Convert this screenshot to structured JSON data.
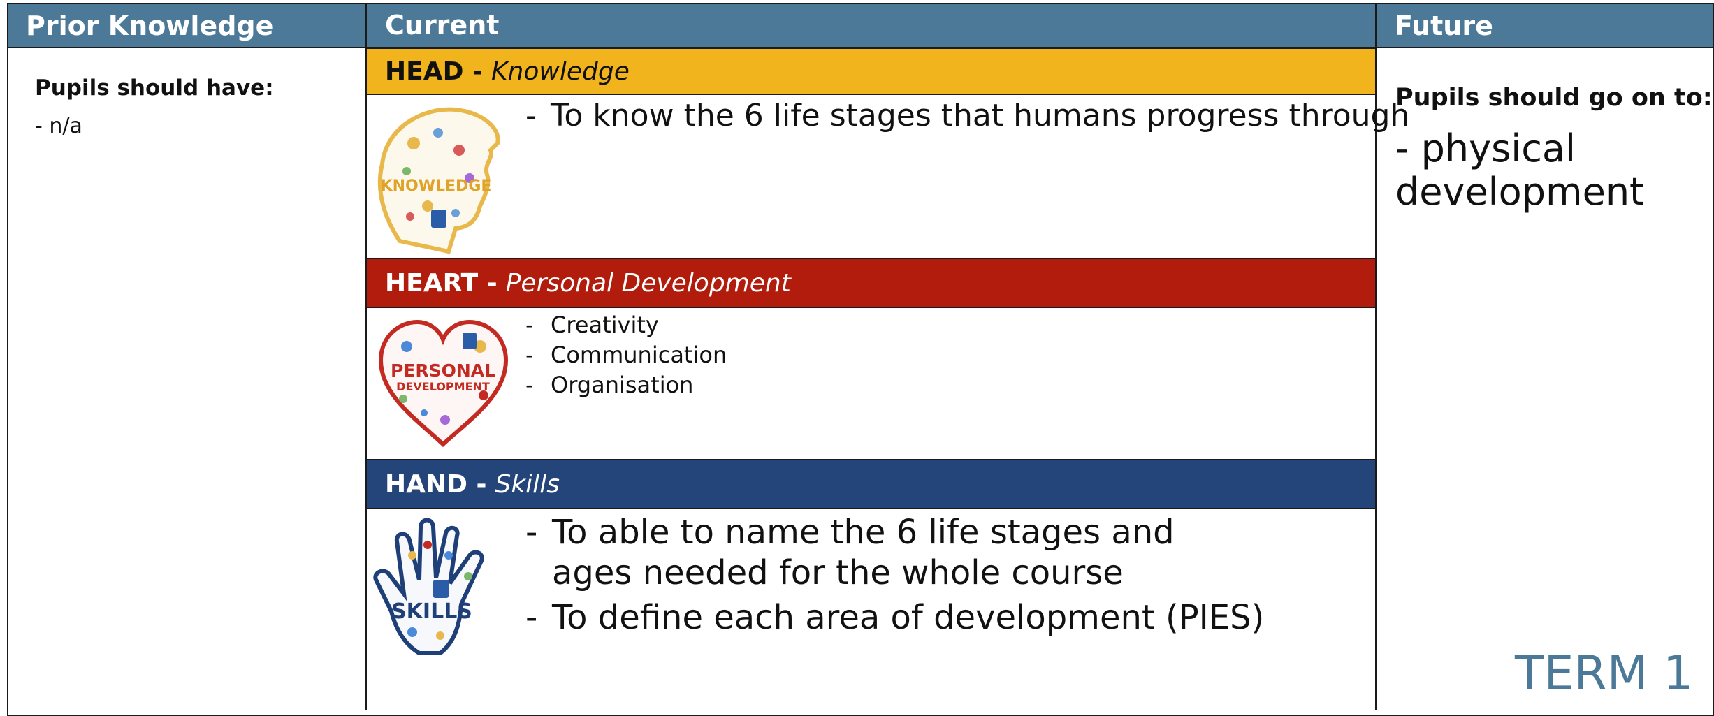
{
  "columns": {
    "prior": "Prior Knowledge",
    "current": "Current",
    "future": "Future"
  },
  "prior": {
    "heading": "Pupils should have:",
    "items": [
      "- n/a"
    ]
  },
  "head_band": {
    "bold": "HEAD -",
    "italic": "Knowledge"
  },
  "head_items": [
    "To know the 6 life stages that humans progress through"
  ],
  "heart_band": {
    "bold": "HEART -",
    "italic": "Personal Development"
  },
  "heart_items": [
    "Creativity",
    "Communication",
    "Organisation"
  ],
  "hand_band": {
    "bold": "HAND -",
    "italic": "Skills"
  },
  "hand_items": [
    "To able to name the 6 life stages and",
    "ages needed for the whole course",
    "To define each area of development (PIES)"
  ],
  "icons": {
    "knowledge": "KNOWLEDGE",
    "personal_1": "PERSONAL",
    "personal_2": "DEVELOPMENT",
    "skills": "SKILLS"
  },
  "future": {
    "heading": "Pupils should go on to:",
    "item_line1": "- physical",
    "item_line2": "development"
  },
  "term": "TERM 1",
  "colors": {
    "header": "#4c7997",
    "head_band": "#f2b41c",
    "heart_band": "#b21c0c",
    "hand_band": "#24457a",
    "term": "#4c7997"
  }
}
